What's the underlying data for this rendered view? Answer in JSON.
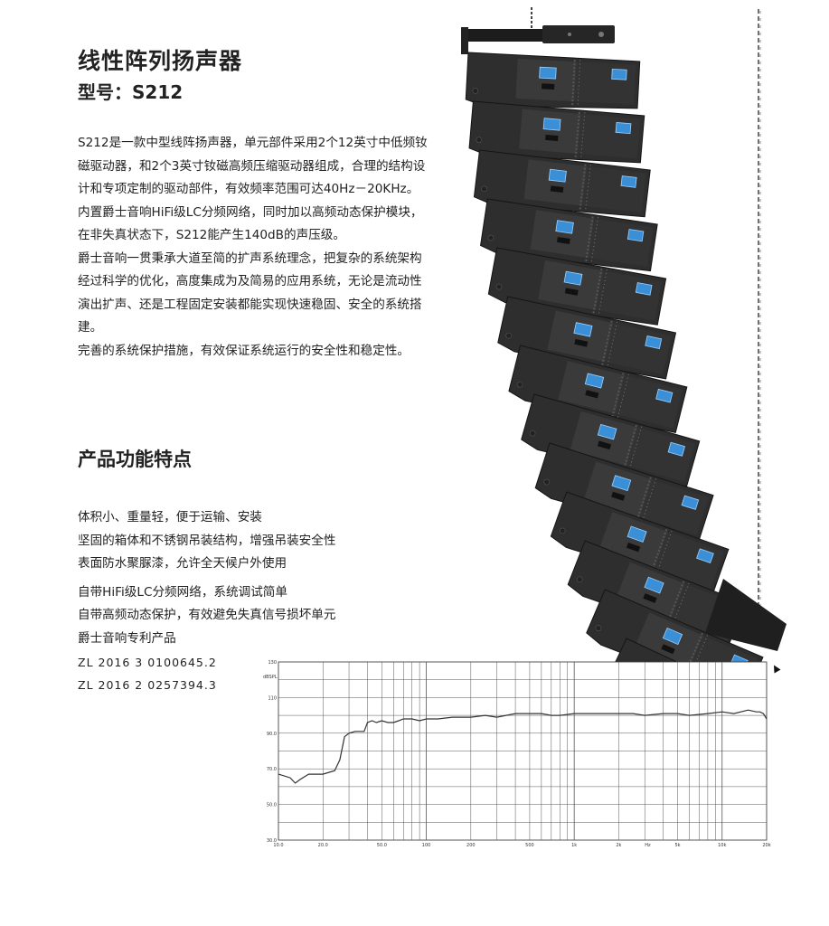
{
  "title": "线性阵列扬声器",
  "model": "型号：S212",
  "description": [
    "S212是一款中型线阵扬声器，单元部件采用2个12英寸中低频钕磁驱动器，和2个3英寸钕磁高频压缩驱动器组成，合理的结构设计和专项定制的驱动部件，有效频率范围可达40Hz－20KHz。",
    "内置爵士音响HiFi级LC分频网络，同时加以高频动态保护模块，在非失真状态下，S212能产生140dB的声压级。",
    "爵士音响一贯秉承大道至简的扩声系统理念，把复杂的系统架构经过科学的优化，高度集成为及简易的应用系统，无论是流动性演出扩声、还是工程固定安装都能实现快速稳固、安全的系统搭建。",
    "完善的系统保护措施，有效保证系统运行的安全性和稳定性。"
  ],
  "features_title": "产品功能特点",
  "features": [
    "体积小、重量轻，便于运输、安装",
    "坚固的箱体和不锈钢吊装结构，增强吊装安全性",
    "表面防水聚脲漆，允许全天候户外使用",
    "自带HiFi级LC分频网络，系统调试简单",
    "自带高频动态保护，有效避免失真信号损坏单元",
    "爵士音响专利产品"
  ],
  "patents": [
    "ZL 2016 3 0100645.2",
    "ZL 2016 2 0257394.3"
  ],
  "icons": {
    "speaker": "line-array-speaker-image"
  },
  "chart_data": {
    "type": "line",
    "xscale": "log",
    "xlim": [
      10,
      20000
    ],
    "ylim": [
      30,
      130
    ],
    "ylabel": "dBSPL",
    "xlabel": "Hz",
    "x_tick_labels": [
      {
        "v": 10,
        "t": "10.0"
      },
      {
        "v": 20,
        "t": "20.0"
      },
      {
        "v": 50,
        "t": "50.0"
      },
      {
        "v": 100,
        "t": "100"
      },
      {
        "v": 200,
        "t": "200"
      },
      {
        "v": 500,
        "t": "500"
      },
      {
        "v": 1000,
        "t": "1k"
      },
      {
        "v": 2000,
        "t": "2k"
      },
      {
        "v": 5000,
        "t": "5k"
      },
      {
        "v": 10000,
        "t": "10k"
      },
      {
        "v": 20000,
        "t": "20k"
      }
    ],
    "y_tick_labels": [
      {
        "v": 130,
        "t": "130"
      },
      {
        "v": 110,
        "t": "110"
      },
      {
        "v": 90,
        "t": "90.0"
      },
      {
        "v": 70,
        "t": "70.0"
      },
      {
        "v": 50,
        "t": "50.0"
      },
      {
        "v": 30,
        "t": "30.0"
      }
    ],
    "series": [
      {
        "color": "#333333",
        "x": [
          10,
          12,
          13,
          14,
          16,
          20,
          24,
          26,
          28,
          30,
          33,
          38,
          40,
          43,
          46,
          50,
          55,
          60,
          65,
          70,
          80,
          90,
          100,
          120,
          150,
          200,
          250,
          300,
          400,
          500,
          600,
          700,
          800,
          1000,
          1200,
          1500,
          2000,
          2500,
          3000,
          4000,
          5000,
          6000,
          8000,
          10000,
          12000,
          15000,
          17000,
          18000,
          19000,
          20000
        ],
        "y": [
          67,
          65,
          62,
          64,
          67,
          67,
          69,
          75,
          88,
          90,
          91,
          91,
          96,
          97,
          96,
          97,
          96,
          96,
          97,
          98,
          98,
          97,
          98,
          98,
          99,
          99,
          100,
          99,
          101,
          101,
          101,
          100,
          100,
          101,
          101,
          101,
          101,
          101,
          100,
          101,
          101,
          100,
          101,
          102,
          101,
          103,
          102,
          102,
          101,
          98
        ]
      }
    ]
  }
}
